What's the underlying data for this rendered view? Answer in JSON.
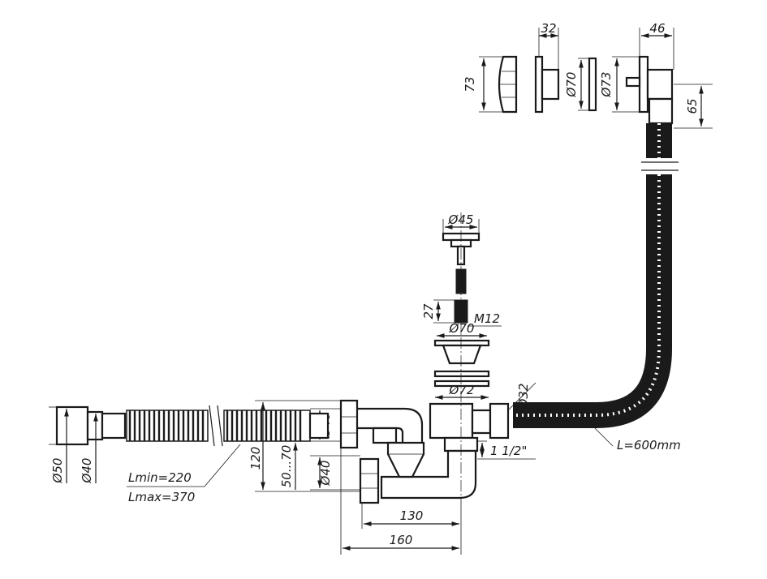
{
  "dimensions": {
    "d32_top": "32",
    "d46": "46",
    "d73_left": "73",
    "d70_top": "Ø70",
    "d73_right": "Ø73",
    "d65": "65",
    "d45": "Ø45",
    "d27": "27",
    "m12": "M12",
    "d70_mid": "Ø70",
    "d72": "Ø72",
    "d32_pipe": "Ø32",
    "thread": "1 1/2\"",
    "hose_len": "L=600mm",
    "d50": "Ø50",
    "d40_left": "Ø40",
    "lmin": "Lmin=220",
    "lmax": "Lmax=370",
    "h120": "120",
    "h50_70": "50...70",
    "d40_upper": "Ø40",
    "d40_lower": "Ø40",
    "w130": "130",
    "w160": "160"
  }
}
